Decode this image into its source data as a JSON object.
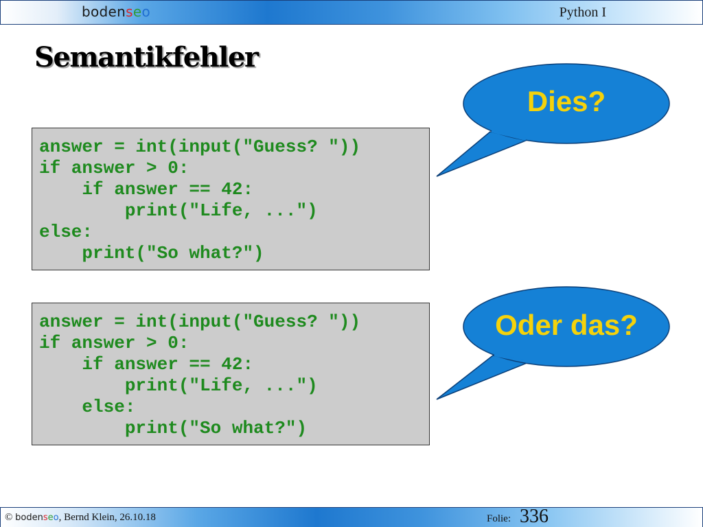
{
  "header": {
    "brand": {
      "part1": "boden",
      "part2": "s",
      "part3": "e",
      "part4": "o"
    },
    "course": "Python I"
  },
  "title": "Semantikfehler",
  "code_blocks": [
    {
      "lines": [
        "answer = int(input(\"Guess? \"))",
        "if answer > 0:",
        "    if answer == 42:",
        "        print(\"Life, ...\")",
        "else:",
        "    print(\"So what?\")"
      ]
    },
    {
      "lines": [
        "answer = int(input(\"Guess? \"))",
        "if answer > 0:",
        "    if answer == 42:",
        "        print(\"Life, ...\")",
        "    else:",
        "        print(\"So what?\")"
      ]
    }
  ],
  "bubbles": [
    {
      "text": "Dies?"
    },
    {
      "text": "Oder das?"
    }
  ],
  "footer": {
    "copyright": "©",
    "brand": {
      "part1": "boden",
      "part2": "s",
      "part3": "e",
      "part4": "o"
    },
    "author_date": ", Bernd Klein, 26.10.18",
    "folie_label": "Folie:",
    "folie_number": "336"
  },
  "colors": {
    "code_text": "#1e8a1e",
    "code_background": "#cccccc",
    "bubble_fill": "#1581d6",
    "bubble_text": "#f5d20b",
    "bar_blue": "#1e78cf"
  }
}
